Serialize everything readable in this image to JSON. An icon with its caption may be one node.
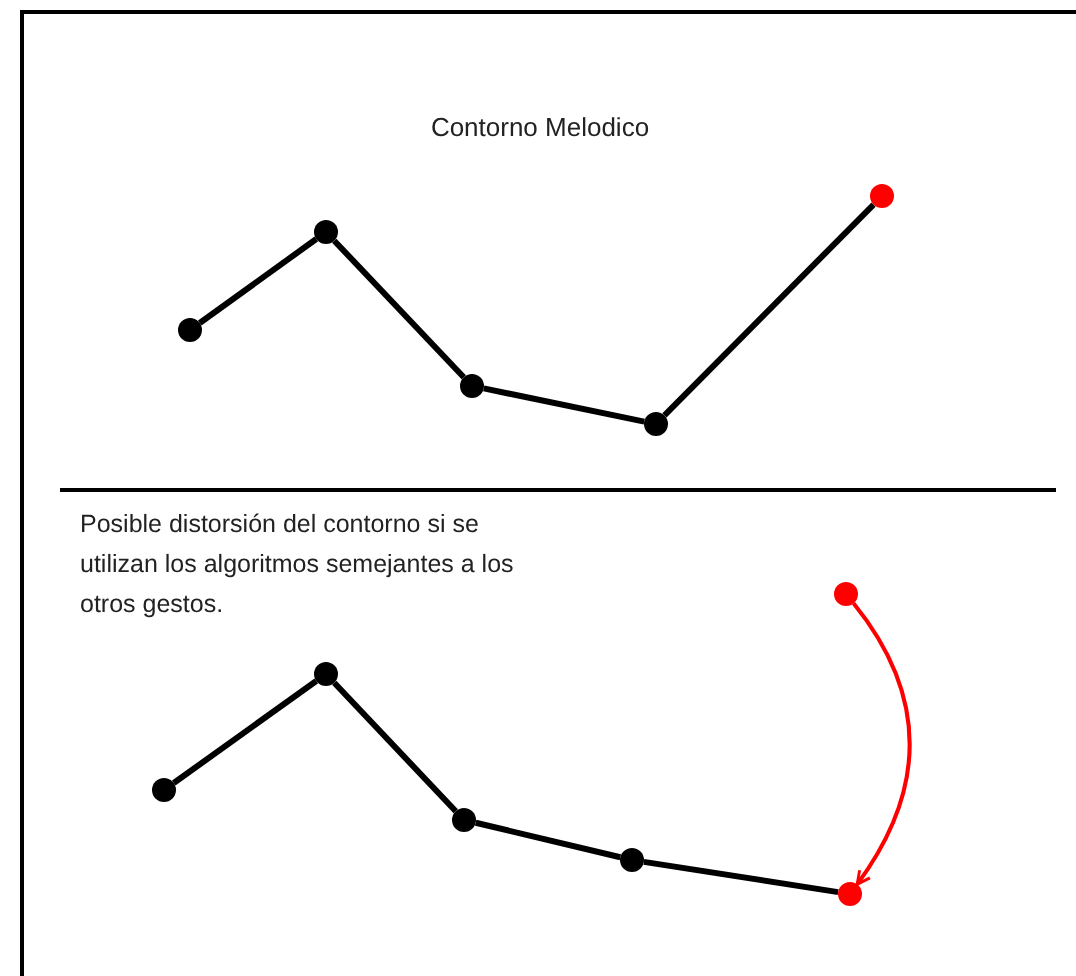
{
  "diagram": {
    "title": "Contorno Melodico",
    "nodes": [
      {
        "text": [],
        "shape": "circle"
      },
      {
        "text": [],
        "shape": "circle"
      },
      {
        "text": [],
        "shape": "circle"
      },
      {
        "text": [],
        "shape": "circle"
      },
      {
        "text": [],
        "shape": "circle"
      },
      {
        "text": [],
        "shape": "circle"
      },
      {
        "text": [],
        "shape": "circle"
      },
      {
        "text": [],
        "shape": "circle"
      },
      {
        "text": [],
        "shape": "circle"
      },
      {
        "text": [],
        "shape": "circle"
      },
      {
        "text": [],
        "shape": "circle"
      }
    ],
    "edges": [
      {
        "from": 0,
        "to": 1,
        "arrow": "none"
      },
      {
        "from": 1,
        "to": 2,
        "arrow": "none"
      },
      {
        "from": 2,
        "to": 3,
        "arrow": "none"
      },
      {
        "from": 3,
        "to": 4,
        "arrow": "none"
      },
      {
        "from": 6,
        "to": 7,
        "arrow": "none"
      },
      {
        "from": 7,
        "to": 8,
        "arrow": "none"
      },
      {
        "from": 8,
        "to": 9,
        "arrow": "none"
      },
      {
        "from": 9,
        "to": 10,
        "arrow": "none"
      },
      {
        "from": 5,
        "to": 10,
        "arrow": "to",
        "color": "#ff0000"
      }
    ],
    "labels": [
      "Posible distorsión del contorno si se utilizan los algoritmos semejantes a los otros gestos."
    ]
  }
}
